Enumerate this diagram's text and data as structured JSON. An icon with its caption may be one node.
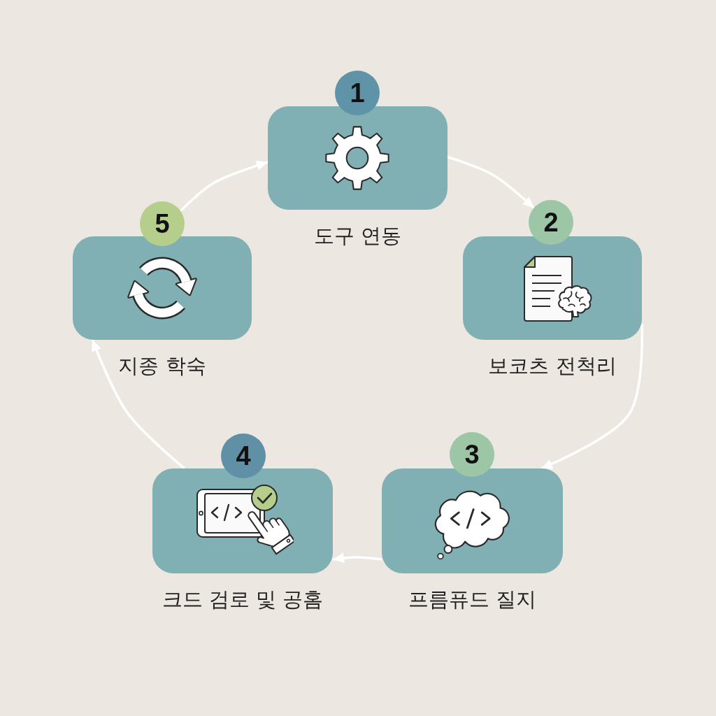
{
  "diagram": {
    "nodes": [
      {
        "text": [
          "1"
        ]
      },
      {
        "text": [
          "도구 연동"
        ]
      },
      {
        "text": [
          "2"
        ]
      },
      {
        "text": [
          "보코츠 전척리"
        ]
      },
      {
        "text": [
          "3"
        ]
      },
      {
        "text": [
          "프름퓨드 질지"
        ]
      },
      {
        "text": [
          "4"
        ]
      },
      {
        "text": [
          "크드 검로 및 공홈"
        ]
      },
      {
        "text": [
          "5"
        ]
      },
      {
        "text": [
          "지종 학숙"
        ]
      }
    ],
    "edges": [
      {
        "from": 1,
        "to": 2,
        "arrow": "to"
      },
      {
        "from": 3,
        "to": 5,
        "arrow": "to"
      },
      {
        "from": 5,
        "to": 7,
        "arrow": "to"
      },
      {
        "from": 7,
        "to": 9,
        "arrow": "to"
      },
      {
        "from": 8,
        "to": 1,
        "arrow": "to"
      }
    ]
  }
}
